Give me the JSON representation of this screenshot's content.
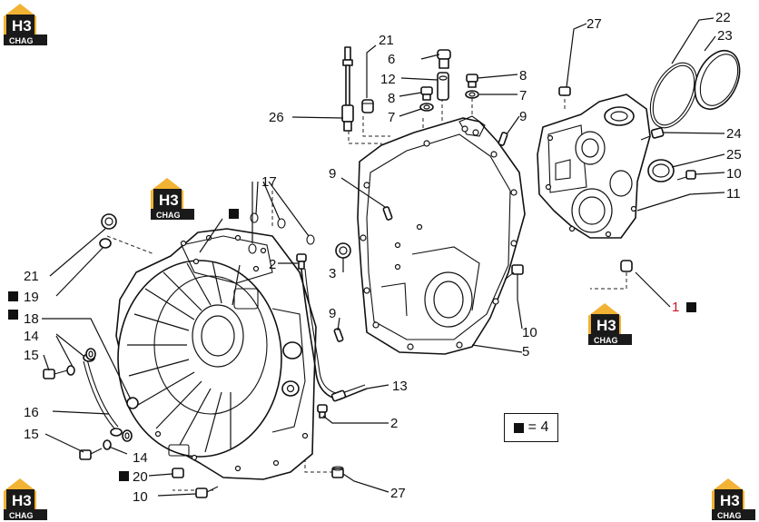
{
  "logo": {
    "main": "H3",
    "sub": "CHAG",
    "accent": "#f2b233",
    "dark": "#1a1a1a"
  },
  "legend": {
    "equals": "= 4"
  },
  "callouts": {
    "c21a": "21",
    "c6": "6",
    "c12": "12",
    "c8a": "8",
    "c7a": "7",
    "c26": "26",
    "c27a": "27",
    "c8b": "8",
    "c7b": "7",
    "c9a": "9",
    "c22": "22",
    "c23": "23",
    "c24": "24",
    "c25": "25",
    "c10a": "10",
    "c11": "11",
    "c17": "17",
    "c9b": "9",
    "c21b": "21",
    "c19": "19",
    "c18": "18",
    "c14a": "14",
    "c15a": "15",
    "c16": "16",
    "c15b": "15",
    "c14b": "14",
    "c20": "20",
    "c10b": "10",
    "c2a": "2",
    "c3": "3",
    "c9c": "9",
    "c13": "13",
    "c2b": "2",
    "c10c": "10",
    "c5": "5",
    "c1": "1",
    "c27b": "27"
  }
}
